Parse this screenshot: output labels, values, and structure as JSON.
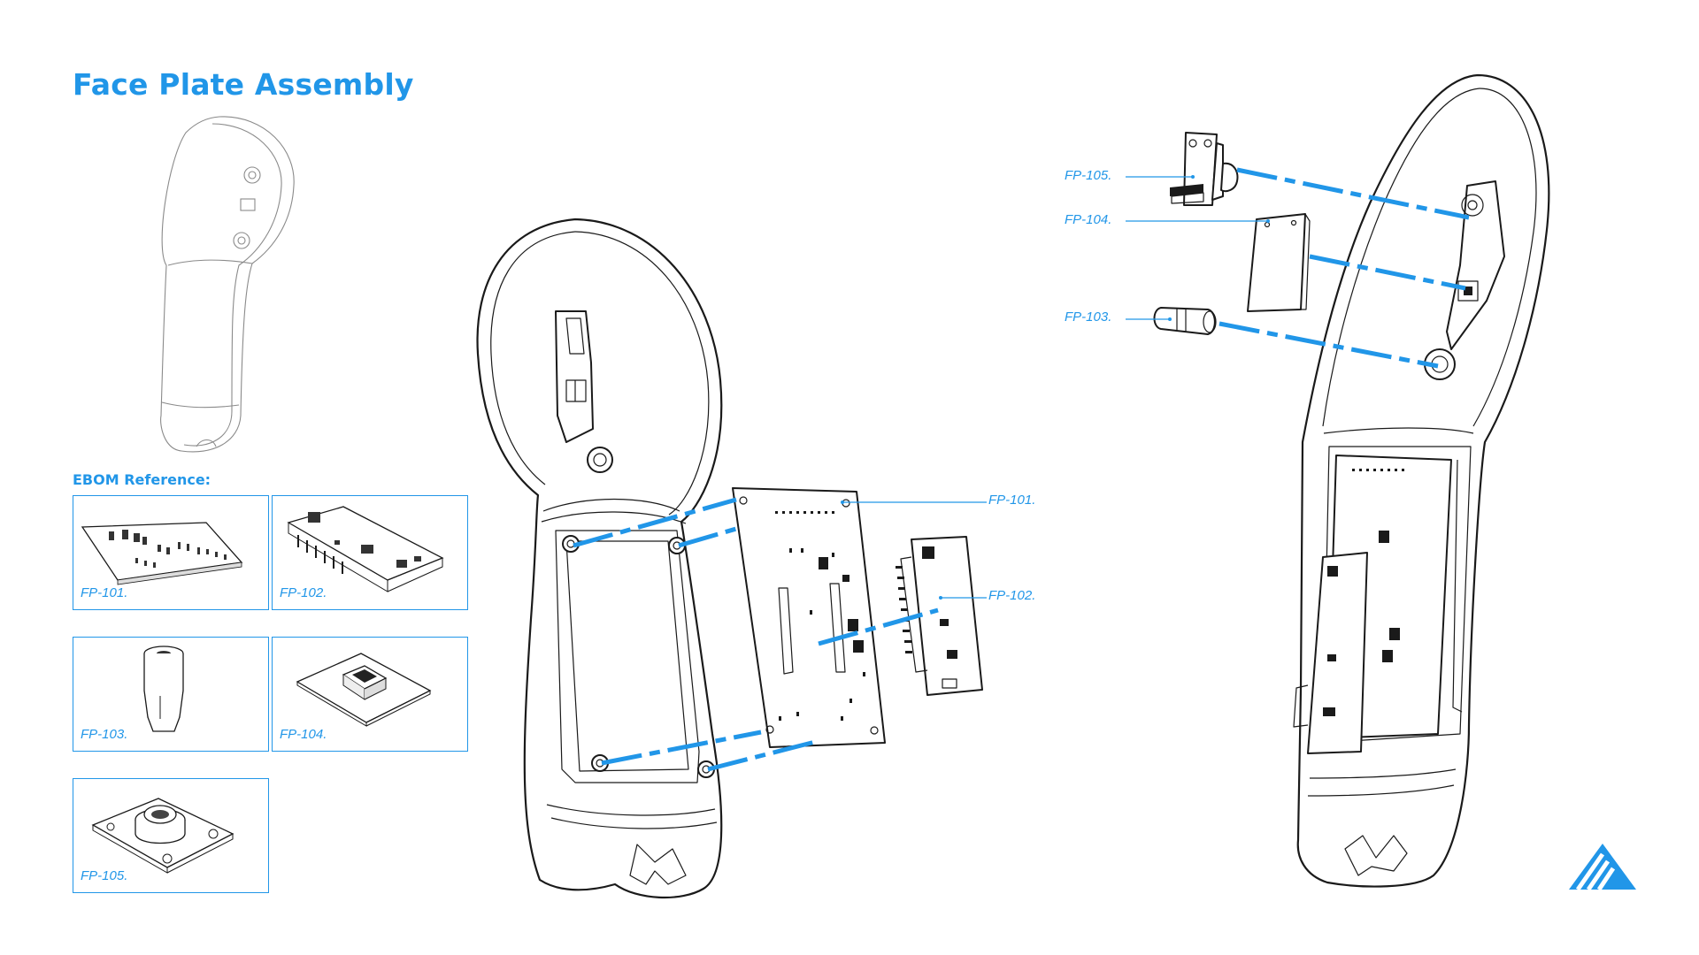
{
  "title": "Face Plate Assembly",
  "ebom": {
    "heading": "EBOM Reference:",
    "items": [
      {
        "label": "FP-101."
      },
      {
        "label": "FP-102."
      },
      {
        "label": "FP-103."
      },
      {
        "label": "FP-104."
      },
      {
        "label": "FP-105."
      }
    ]
  },
  "callouts": {
    "fp101": "FP-101.",
    "fp102": "FP-102.",
    "fp103": "FP-103.",
    "fp104": "FP-104.",
    "fp105": "FP-105."
  },
  "colors": {
    "accent": "#2196E8",
    "line": "#1a1a1a"
  },
  "icons": {
    "logo": "mountain-logo-icon"
  }
}
